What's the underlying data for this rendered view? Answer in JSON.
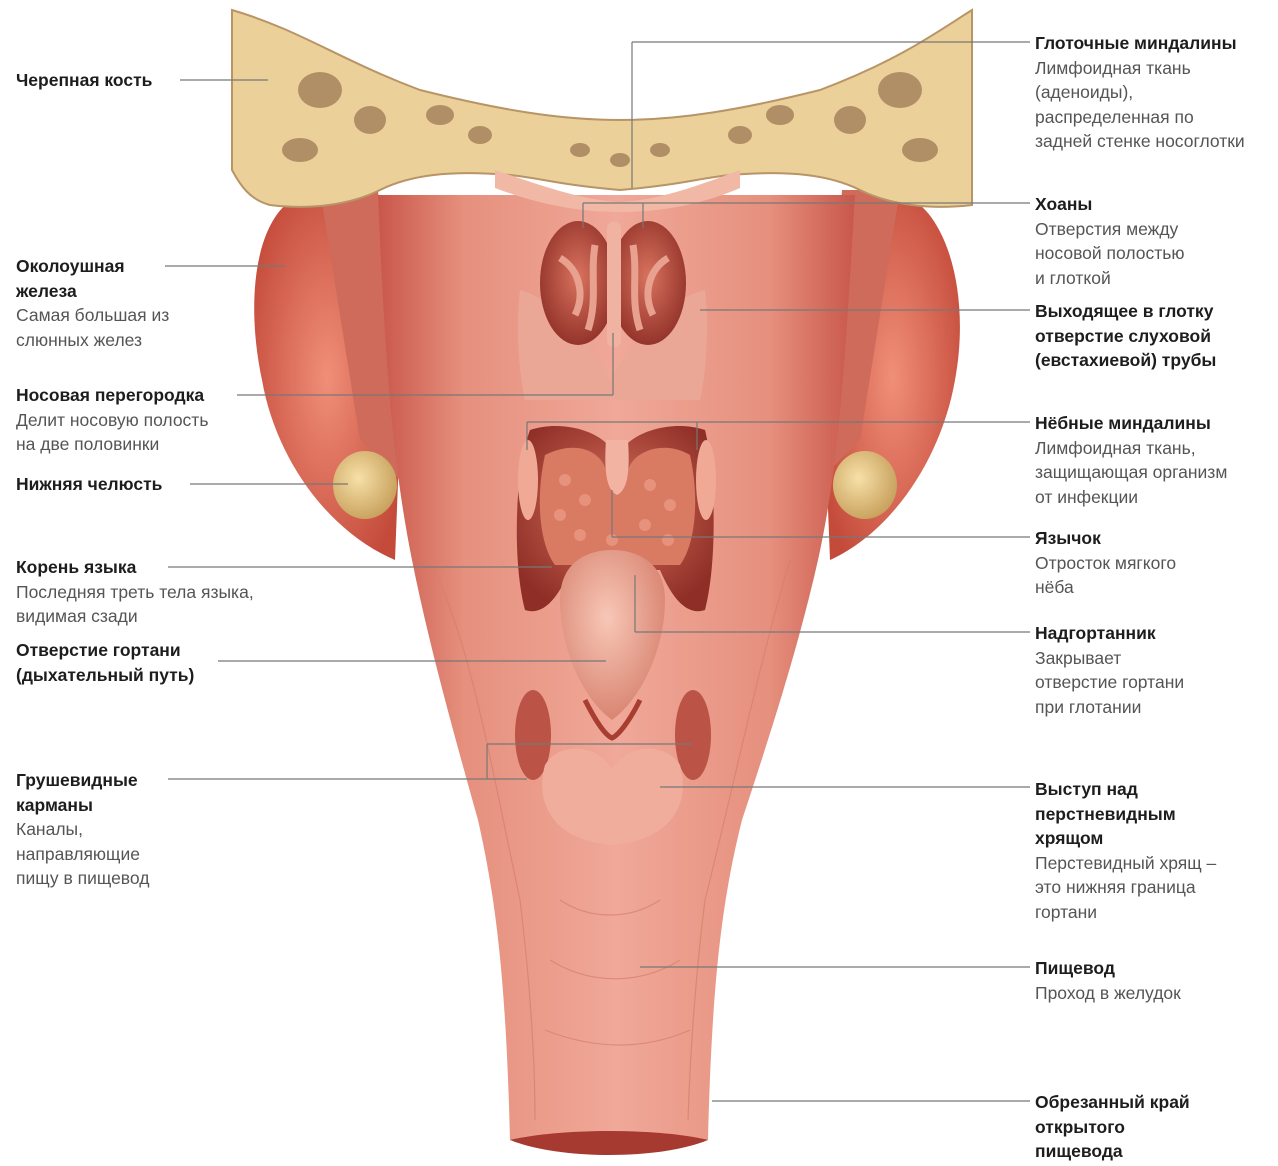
{
  "labels_left": [
    {
      "id": "skull",
      "title": "Черепная кость",
      "desc": ""
    },
    {
      "id": "parotid",
      "title": "Околоушная\nжелеза",
      "desc": "Самая большая из\nслюнных желез"
    },
    {
      "id": "septum",
      "title": "Носовая перегородка",
      "desc": "Делит носовую полость\nна две половинки"
    },
    {
      "id": "mandible",
      "title": "Нижняя челюсть",
      "desc": ""
    },
    {
      "id": "tongue_root",
      "title": "Корень языка",
      "desc": "Последняя треть тела языка,\nвидимая сзади"
    },
    {
      "id": "larynx_opening",
      "title": "Отверстие гортани\n(дыхательный путь)",
      "desc": ""
    },
    {
      "id": "piriform",
      "title": "Грушевидные\nкарманы",
      "desc": "Каналы,\nнаправляющие\nпищу в пищевод"
    }
  ],
  "labels_right": [
    {
      "id": "adenoids",
      "title": "Глоточные миндалины",
      "desc": "Лимфоидная ткань\n(аденоиды),\nраспределенная по\nзадней стенке носоглотки"
    },
    {
      "id": "choanae",
      "title": "Хоаны",
      "desc": "Отверстия между\nносовой полостью\nи глоткой"
    },
    {
      "id": "eustachian",
      "title": "Выходящее в глотку\nотверстие слуховой\n(евстахиевой) трубы",
      "desc": ""
    },
    {
      "id": "tonsils",
      "title": "Нёбные миндалины",
      "desc": "Лимфоидная ткань,\nзащищающая организм\nот инфекции"
    },
    {
      "id": "uvula",
      "title": "Язычок",
      "desc": "Отросток мягкого\nнёба"
    },
    {
      "id": "epiglottis",
      "title": "Надгортанник",
      "desc": "Закрывает\nотверстие гортани\nпри глотании"
    },
    {
      "id": "cricoid",
      "title": "Выступ над\nперстневидным\nхрящом",
      "desc": "Перстевидный хрящ –\nэто нижняя граница\nгортани"
    },
    {
      "id": "esophagus",
      "title": "Пищевод",
      "desc": "Проход в желудок"
    },
    {
      "id": "cut_edge",
      "title": "Обрезанный край\nоткрытого\nпищевода",
      "desc": ""
    }
  ],
  "colors": {
    "bone": "#ecd09a",
    "bone_dark": "#9c7a55",
    "tissue": "#e59a86",
    "tissue_dark": "#b8453a",
    "tissue_light": "#f4c0ae",
    "gland": "#d9644f",
    "leader": "#777777"
  }
}
